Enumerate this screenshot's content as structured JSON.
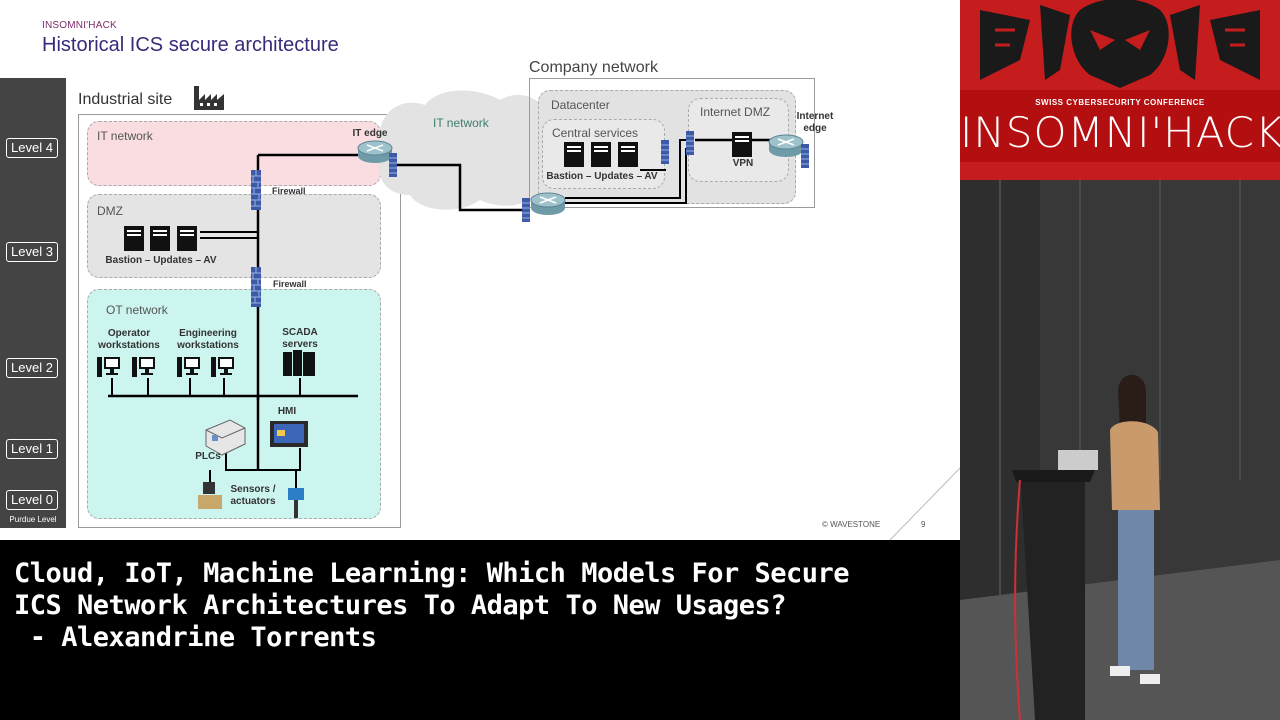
{
  "slide": {
    "brand": "INSOMNI'HACK",
    "title": "Historical ICS secure architecture",
    "footer_brand": "© WAVESTONE",
    "page_number": "9"
  },
  "purdue": {
    "levels": [
      "Level 4",
      "Level 3",
      "Level 2",
      "Level 1",
      "Level 0"
    ],
    "caption": "Purdue Level"
  },
  "industrial_site": {
    "title": "Industrial site",
    "it_network": "IT network",
    "it_edge": "IT edge",
    "firewall_top": "Firewall",
    "dmz": "DMZ",
    "dmz_servers": "Bastion – Updates – AV",
    "firewall_bottom": "Firewall",
    "ot_network": "OT network",
    "operator_workstations": "Operator workstations",
    "engineering_workstations": "Engineering workstations",
    "scada_servers": "SCADA servers",
    "hmi": "HMI",
    "plcs": "PLCs",
    "sensors_actuators": "Sensors / actuators"
  },
  "cloud": {
    "label": "IT network"
  },
  "company": {
    "title": "Company network",
    "datacenter": "Datacenter",
    "central_services": "Central services",
    "central_servers": "Bastion – Updates – AV",
    "internet_dmz": "Internet DMZ",
    "vpn": "VPN",
    "internet_edge": "Internet edge"
  },
  "caption": {
    "line1": "Cloud, IoT, Machine Learning: Which Models For Secure",
    "line2": "ICS Network Architectures To Adapt To New Usages?",
    "line3": " - Alexandrine Torrents"
  },
  "conference": {
    "subtitle": "SWISS CYBERSECURITY CONFERENCE",
    "name": "INSOMNI'HACK"
  },
  "colors": {
    "it_zone": "#f9dde0",
    "dmz_zone": "#e4e4e4",
    "ot_zone": "#ccf5ef",
    "logo_red": "#c51d1d",
    "title_purple": "#3a2a7a"
  }
}
